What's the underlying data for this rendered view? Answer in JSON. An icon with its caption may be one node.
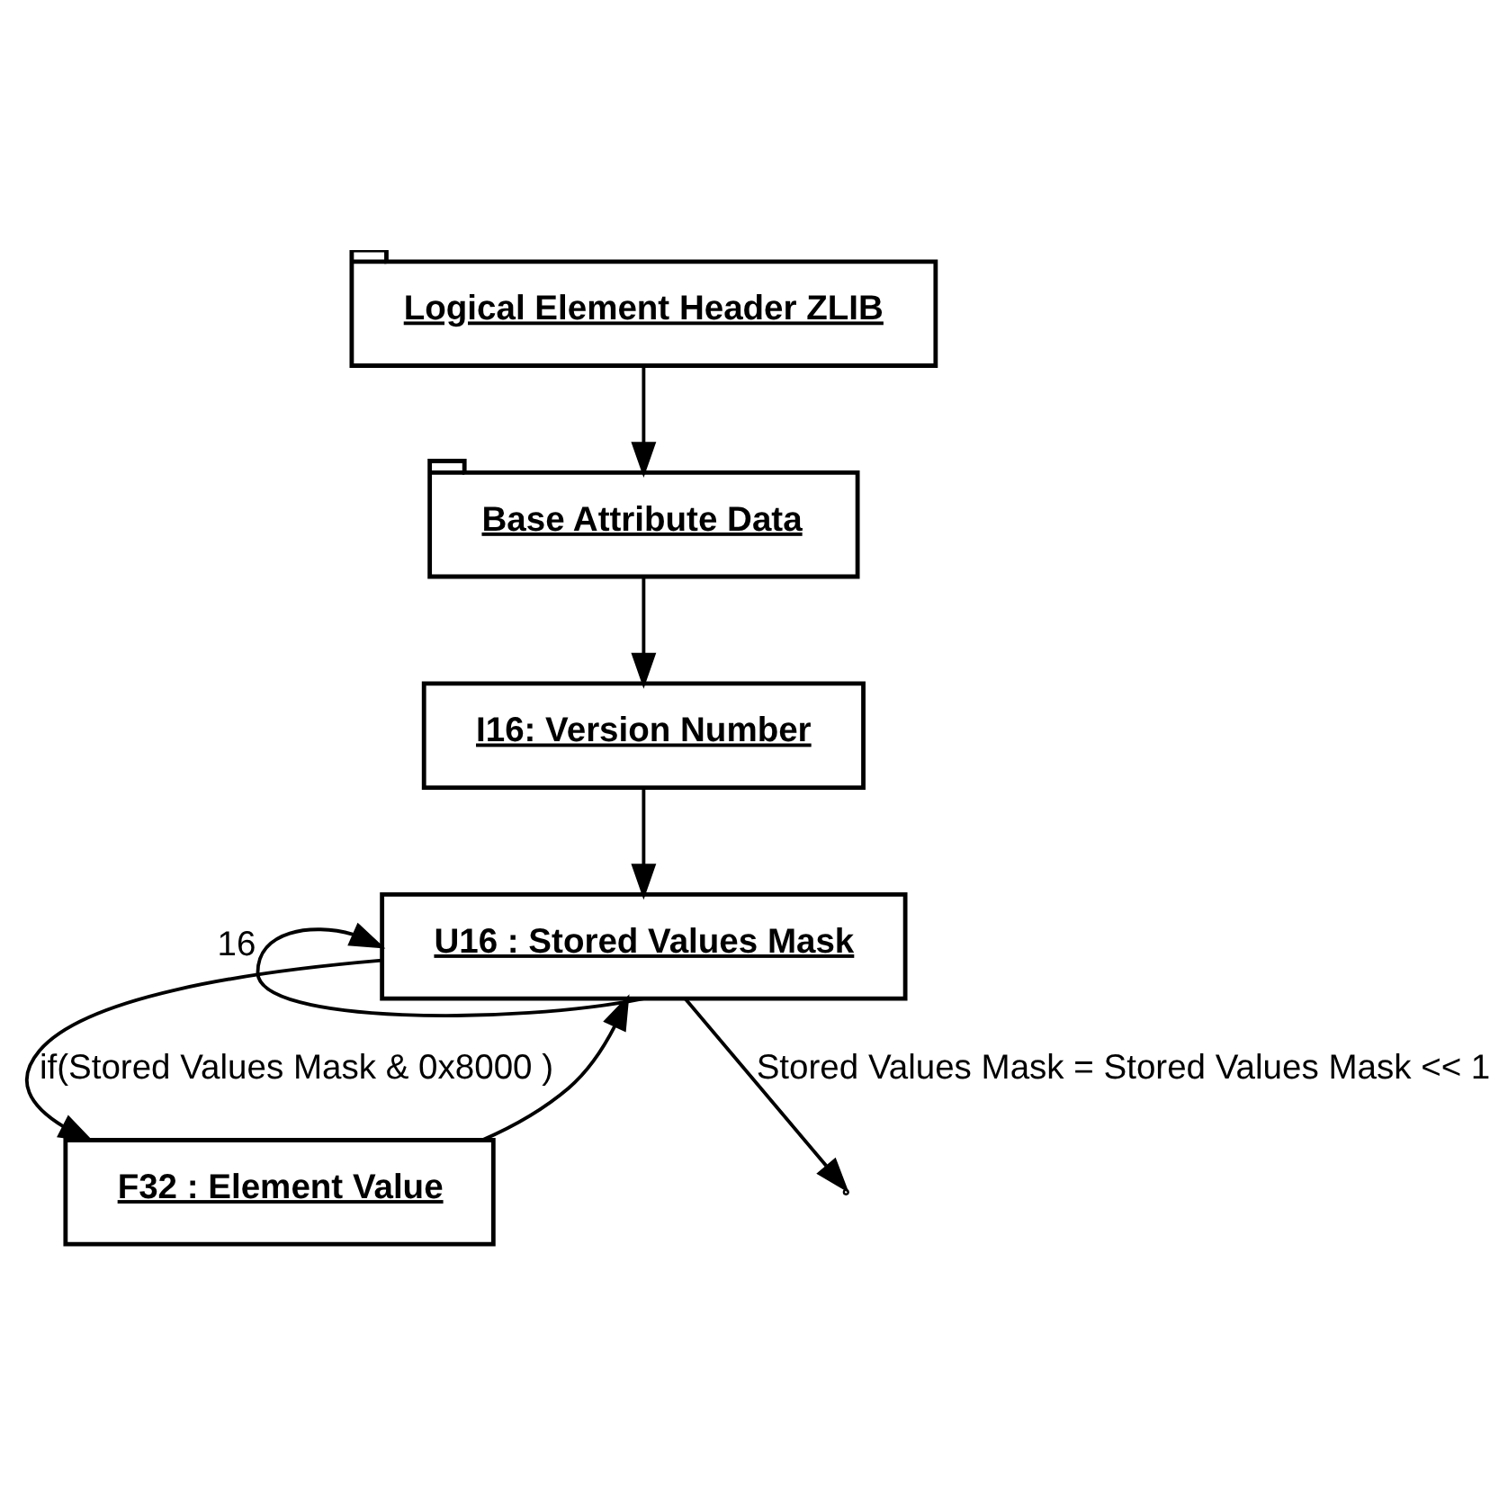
{
  "diagram": {
    "nodes": [
      {
        "text": [
          "Logical Element Header ZLIB"
        ]
      },
      {
        "text": [
          "Base Attribute Data"
        ]
      },
      {
        "text": [
          "I16: Version Number"
        ]
      },
      {
        "text": [
          "U16 : Stored Values Mask"
        ]
      },
      {
        "text": [
          "F32 : Element Value"
        ]
      }
    ],
    "edges": [
      {
        "from": 0,
        "to": 1,
        "arrow": "to"
      },
      {
        "from": 1,
        "to": 2,
        "arrow": "to"
      },
      {
        "from": 2,
        "to": 3,
        "arrow": "to"
      },
      {
        "from": 3,
        "to": 4,
        "arrow": "to",
        "label": "if(Stored Values Mask & 0x8000 )"
      },
      {
        "from": 4,
        "to": 3,
        "arrow": "to"
      },
      {
        "from": 3,
        "to": 3,
        "arrow": "to",
        "label": "16"
      },
      {
        "from": 3,
        "to": null,
        "arrow": "to",
        "label": "Stored Values Mask = Stored Values Mask << 1"
      }
    ]
  }
}
